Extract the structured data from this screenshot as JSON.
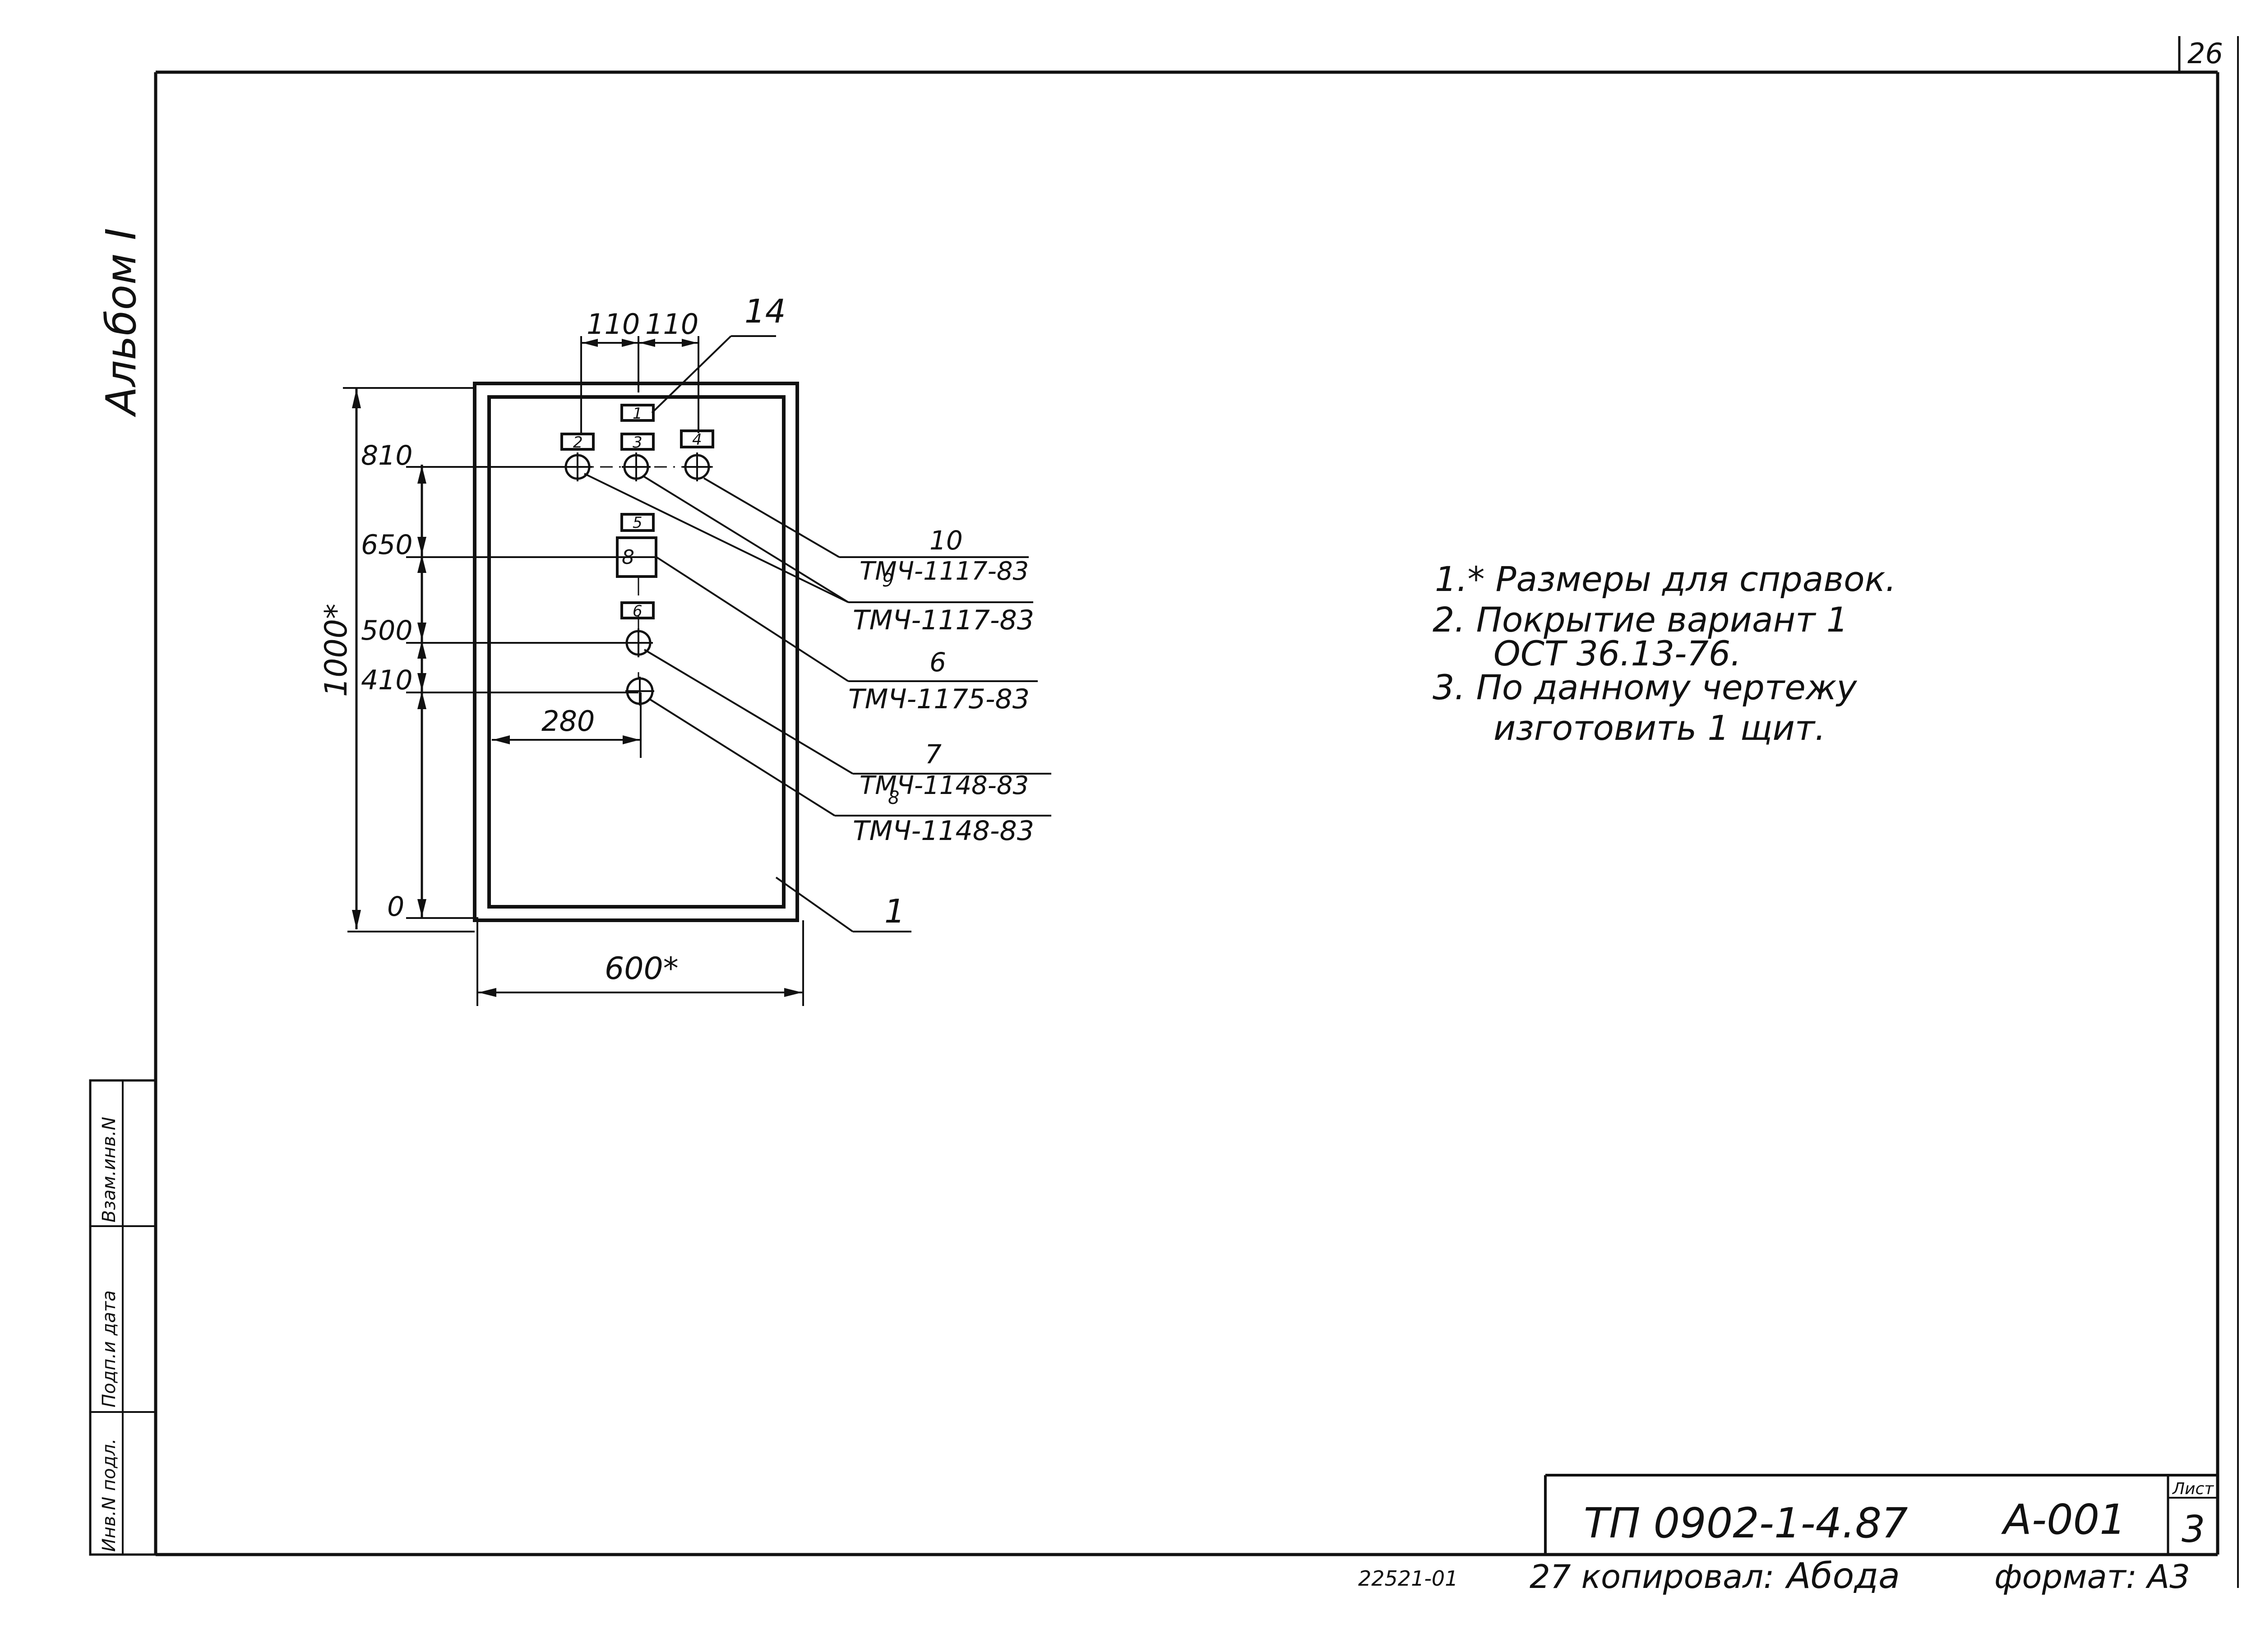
{
  "sheet_number_top": "26",
  "album_label": "Альбом I",
  "dimensions": {
    "top_spacing_left": "110",
    "top_spacing_right": "110",
    "height_total": "1000*",
    "width_total": "600*",
    "level_810": "810",
    "level_650": "650",
    "level_500": "500",
    "level_410": "410",
    "level_0": "0",
    "offset_280": "280"
  },
  "marker_labels": [
    "1",
    "2",
    "3",
    "4",
    "5",
    "6"
  ],
  "device_label": "8",
  "callouts": {
    "c14": "14",
    "c1": "1",
    "c10": {
      "num": "10",
      "code": "ТМЧ-1117-83",
      "sub": "9"
    },
    "c9": {
      "code": "ТМЧ-1117-83"
    },
    "c6": {
      "num": "6",
      "code": "ТМЧ-1175-83"
    },
    "c7": {
      "num": "7",
      "code": "ТМЧ-1148-83",
      "sub": "8"
    },
    "c8": {
      "code": "ТМЧ-1148-83"
    }
  },
  "notes": [
    "1.* Размеры для справок.",
    "2. Покрытие вариант 1",
    "ОСТ 36.13-76.",
    "3. По данному чертежу",
    "изготовить 1 щит."
  ],
  "side_stamp": [
    "Инв.N подл.",
    "Подп.и дата",
    "Взам.инв.N"
  ],
  "title_block": {
    "doc_code": "ТП 0902-1-4.87",
    "sheet_code": "А-001",
    "list_label": "Лист",
    "list_number": "3"
  },
  "footer": {
    "order_number": "22521-01",
    "copy_label": "27 копировал:",
    "copy_signature": "Абода",
    "format_label": "формат: А3"
  }
}
